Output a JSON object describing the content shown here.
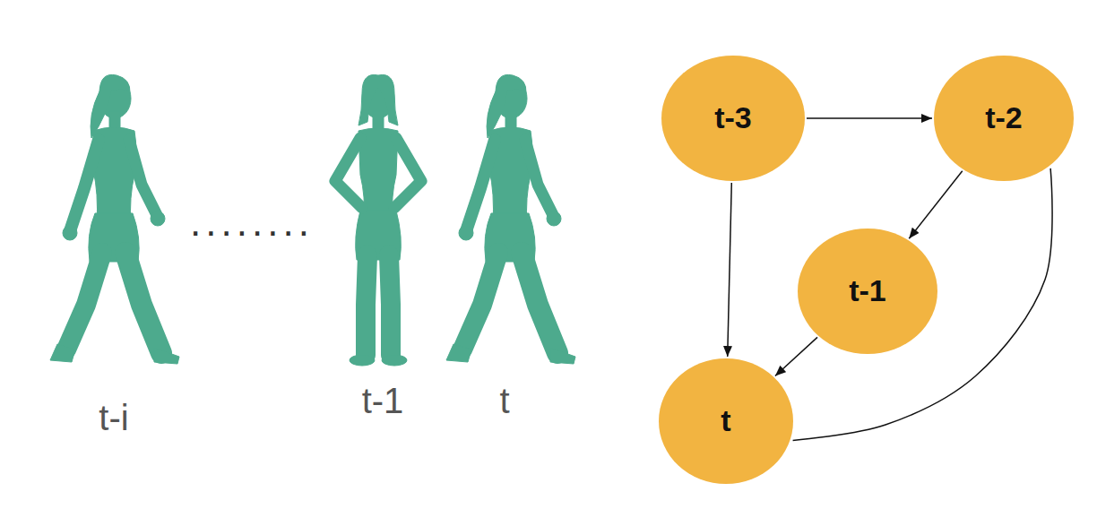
{
  "diagram": {
    "nodes": [
      {
        "text": [
          "t-3"
        ]
      },
      {
        "text": [
          "t-2"
        ]
      },
      {
        "text": [
          "t-1"
        ]
      },
      {
        "text": [
          "t"
        ]
      }
    ],
    "edges": [
      {
        "from": 0,
        "to": 1,
        "arrow": "to"
      },
      {
        "from": 0,
        "to": 3,
        "arrow": "to"
      },
      {
        "from": 1,
        "to": 2,
        "arrow": "to"
      },
      {
        "from": 2,
        "to": 3,
        "arrow": "to"
      },
      {
        "from": 1,
        "to": 3,
        "arrow": "none"
      }
    ],
    "labels": [
      "........",
      "t-i",
      "t-1",
      "t"
    ]
  }
}
